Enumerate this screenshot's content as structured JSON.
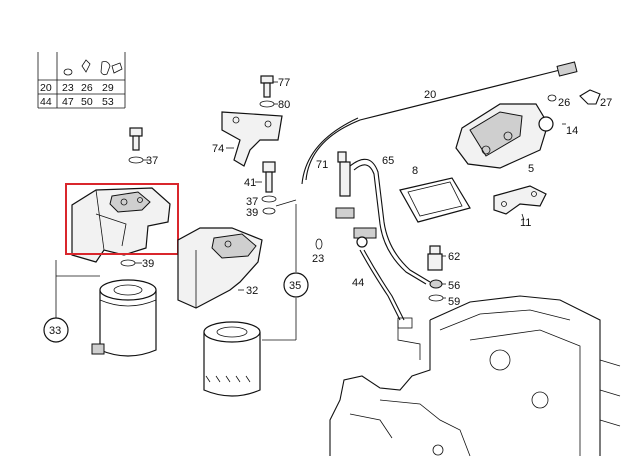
{
  "ref_grid": {
    "row1": [
      "20",
      "23",
      "26",
      "29"
    ],
    "row2": [
      "44",
      "47",
      "50",
      "53"
    ]
  },
  "callouts": {
    "c77": "77",
    "c80": "80",
    "c74": "74",
    "c37a": "37",
    "c41": "41",
    "c37b": "37",
    "c39a": "39",
    "c39b": "39",
    "c33": "33",
    "c32": "32",
    "c35": "35",
    "c23": "23",
    "c71": "71",
    "c65": "65",
    "c8": "8",
    "c20": "20",
    "c26": "26",
    "c27": "27",
    "c14": "14",
    "c5": "5",
    "c11": "11",
    "c44": "44",
    "c62": "62",
    "c56": "56",
    "c59": "59"
  },
  "highlight": {
    "color": "#d9262c"
  }
}
